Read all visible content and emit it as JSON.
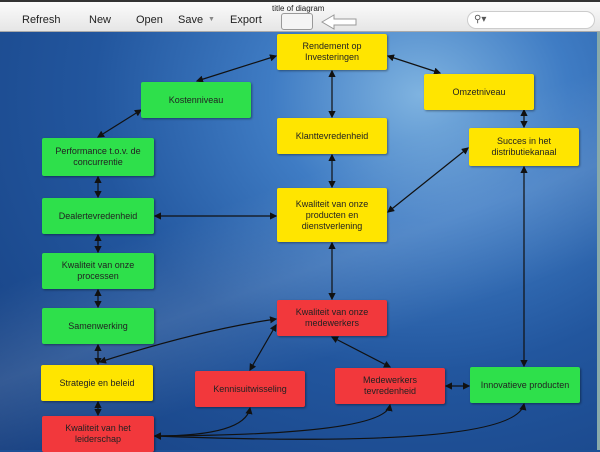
{
  "toolbar": {
    "refresh": "Refresh",
    "new": "New",
    "open": "Open",
    "save": "Save",
    "export": "Export",
    "title_label": "title of diagram",
    "title_value": "",
    "search_icon": "search-icon"
  },
  "colors": {
    "yellow": "#ffe500",
    "green": "#2ee04b",
    "red": "#f2383c"
  },
  "nodes": {
    "rendement": "Rendement op Investeringen",
    "kosten": "Kostenniveau",
    "omzet": "Omzetniveau",
    "klant": "Klanttevredenheid",
    "succes": "Succes in het distributiekanaal",
    "performance": "Performance t.o.v. de concurrentie",
    "kwaliteit_producten": "Kwaliteit van onze producten en dienstverlening",
    "dealer": "Dealertevredenheid",
    "processen": "Kwaliteit van onze processen",
    "samenwerking": "Samenwerking",
    "medewerkers": "Kwaliteit van onze medewerkers",
    "strategie": "Strategie en beleid",
    "kennis": "Kennisuitwisseling",
    "mw_tevredenheid": "Medewerkers tevredenheid",
    "innovatief": "Innovatieve producten",
    "leiderschap": "Kwaliteit van het leiderschap"
  }
}
